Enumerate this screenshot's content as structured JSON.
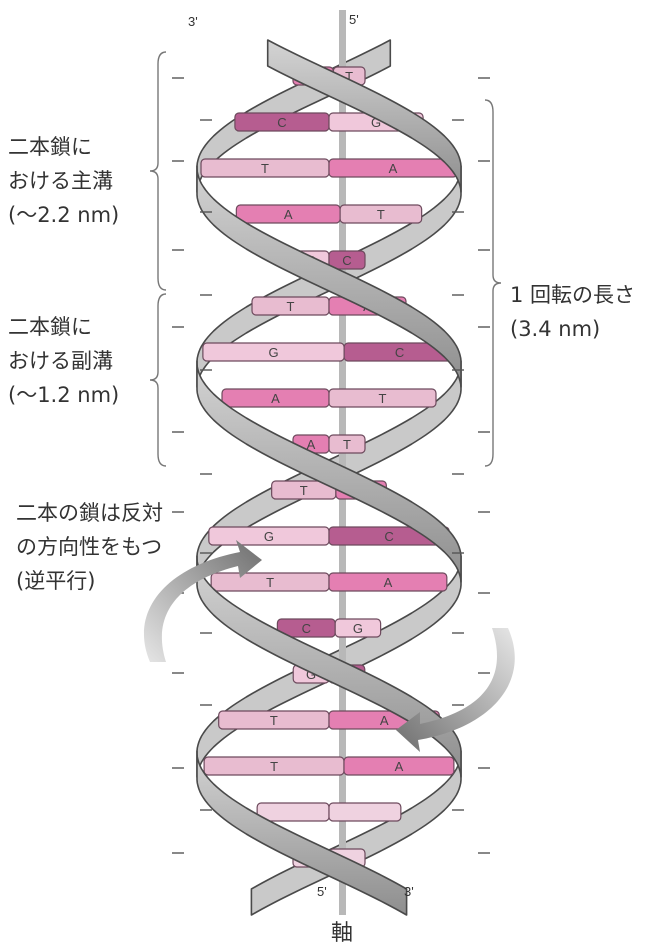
{
  "strand_labels": {
    "top_left": "3'",
    "top_right": "5'",
    "bottom_left": "5'",
    "bottom_right": "3'"
  },
  "axis_label": "軸",
  "annotations": {
    "major_groove": [
      "二本鎖に",
      "おける主溝",
      "(～2.2 nm)"
    ],
    "minor_groove": [
      "二本鎖に",
      "おける副溝",
      "(～1.2 nm)"
    ],
    "turn_length": [
      "1 回転の長さ",
      "(3.4 nm)"
    ],
    "antiparallel": [
      "二本の鎖は反対",
      "の方向性をもつ",
      "(逆平行)"
    ]
  },
  "base_pairs": [
    {
      "left": "A",
      "right": "T"
    },
    {
      "left": "C",
      "right": "G"
    },
    {
      "left": "T",
      "right": "A"
    },
    {
      "left": "A",
      "right": "T"
    },
    {
      "left": "G",
      "right": "C"
    },
    {
      "left": "T",
      "right": "A"
    },
    {
      "left": "G",
      "right": "C"
    },
    {
      "left": "A",
      "right": "T"
    },
    {
      "left": "A",
      "right": "T"
    },
    {
      "left": "T",
      "right": "A"
    },
    {
      "left": "G",
      "right": "C"
    },
    {
      "left": "T",
      "right": "A"
    },
    {
      "left": "C",
      "right": "G"
    },
    {
      "left": "G",
      "right": "C"
    },
    {
      "left": "T",
      "right": "A"
    },
    {
      "left": "T",
      "right": "A"
    },
    {
      "left": "",
      "right": ""
    },
    {
      "left": "",
      "right": ""
    }
  ],
  "colors": {
    "backbone_fill": "#a9a9a9",
    "backbone_edge": "#4a4a4a",
    "axis": "#b8b8b8",
    "purine_A": "#e47fb2",
    "purine_G": "#f0c8db",
    "pyrimidine_T": "#e8bcd0",
    "pyrimidine_C": "#b65d90",
    "arrow": "#7a7a7a"
  }
}
